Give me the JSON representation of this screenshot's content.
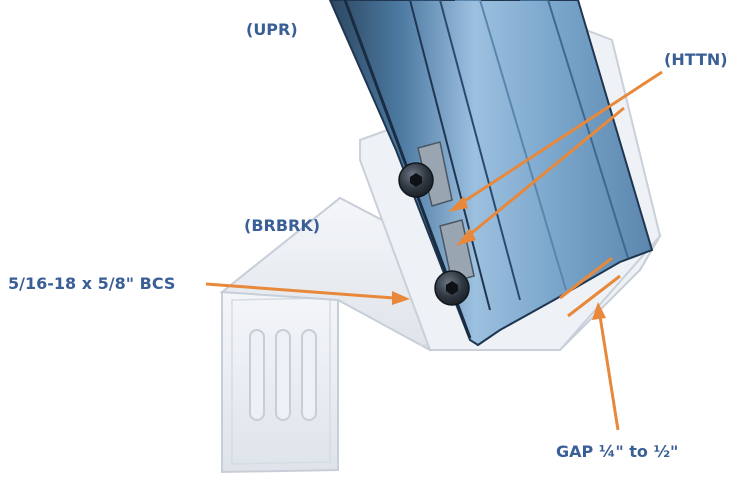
{
  "labels": {
    "upright": "(UPR)",
    "hitch_nut": "(HTTN)",
    "bracket": "(BRBRK)",
    "bolt": "5/16-18 x 5/8\" BCS",
    "gap": "GAP ¼\" to ½\""
  },
  "colors": {
    "label_text": "#3a5f96",
    "arrow": "#e8883a",
    "profile_dark": "#2c4660",
    "profile_light": "#8fb4d6",
    "bracket": "#e9edf2",
    "bracket_edge": "#c7ced8"
  },
  "icons": [
    "button-head-screw-icon",
    "button-head-screw-icon"
  ]
}
